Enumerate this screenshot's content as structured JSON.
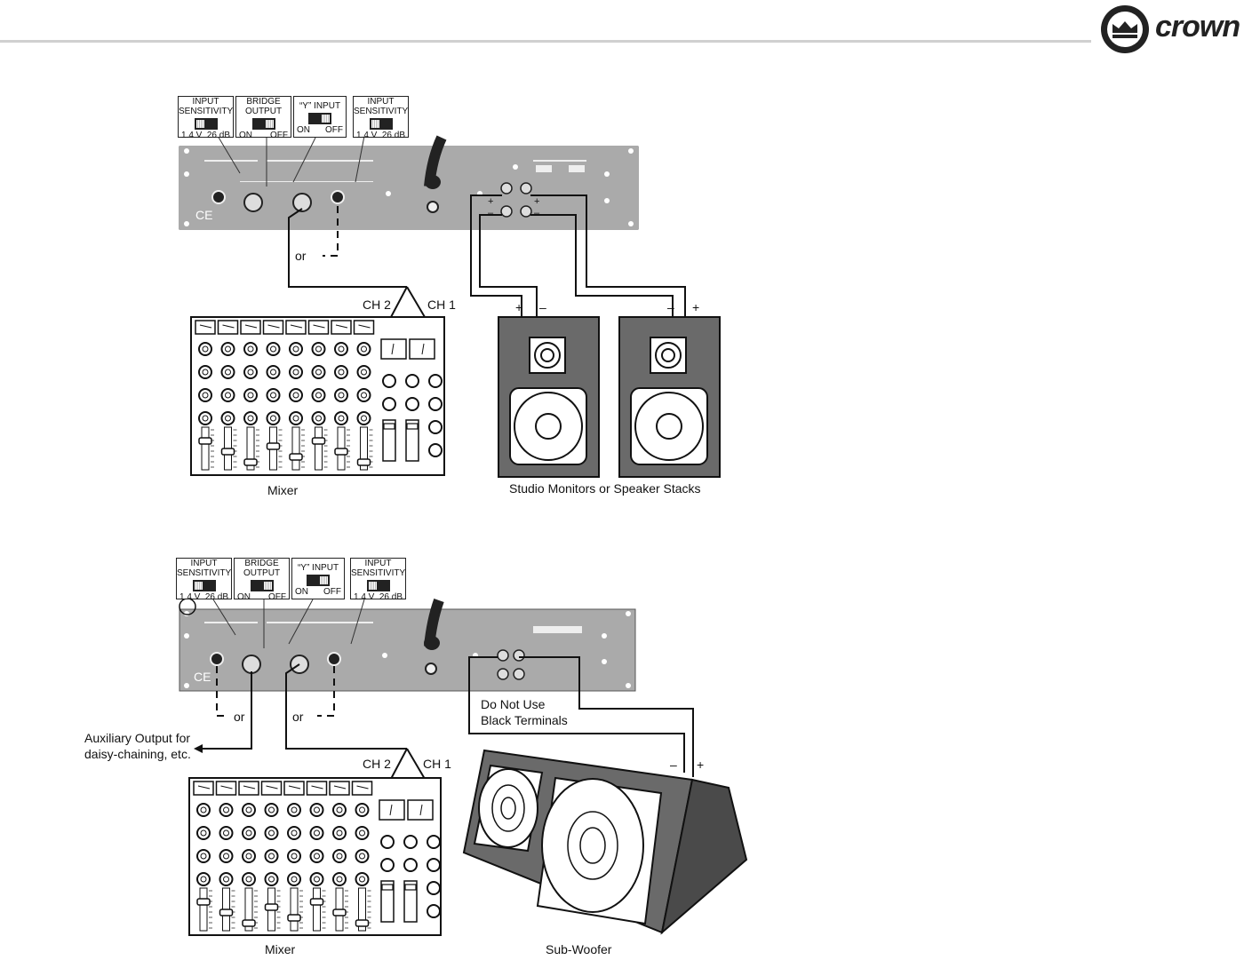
{
  "header": {
    "brand": "crown"
  },
  "diagram1": {
    "switches": [
      {
        "title": "INPUT SENSITIVITY",
        "left": "1.4 V",
        "right": "26 dB"
      },
      {
        "title": "BRIDGE OUTPUT",
        "left": "ON",
        "right": "OFF"
      },
      {
        "title": "“Y” INPUT",
        "left": "ON",
        "right": "OFF"
      },
      {
        "title": "INPUT SENSITIVITY",
        "left": "1.4 V",
        "right": "26 dB"
      }
    ],
    "or_label": "or",
    "ch2": "CH 2",
    "ch1": "CH 1",
    "mixer_label": "Mixer",
    "speakers_label": "Studio Monitors or Speaker Stacks",
    "plus": "+",
    "minus": "–"
  },
  "diagram2": {
    "switches": [
      {
        "title": "INPUT SENSITIVITY",
        "left": "1.4 V",
        "right": "26 dB"
      },
      {
        "title": "BRIDGE OUTPUT",
        "left": "ON",
        "right": "OFF"
      },
      {
        "title": "“Y” INPUT",
        "left": "ON",
        "right": "OFF"
      },
      {
        "title": "INPUT SENSITIVITY",
        "left": "1.4 V",
        "right": "26 dB"
      }
    ],
    "or_left": "or",
    "or_right": "or",
    "aux_line1": "Auxiliary Output for",
    "aux_line2": "daisy-chaining, etc.",
    "terminal_line1": "Do Not Use",
    "terminal_line2": "Black Terminals",
    "ch2": "CH 2",
    "ch1": "CH 1",
    "mixer_label": "Mixer",
    "sub_label": "Sub-Woofer",
    "plus": "+",
    "minus": "–"
  }
}
